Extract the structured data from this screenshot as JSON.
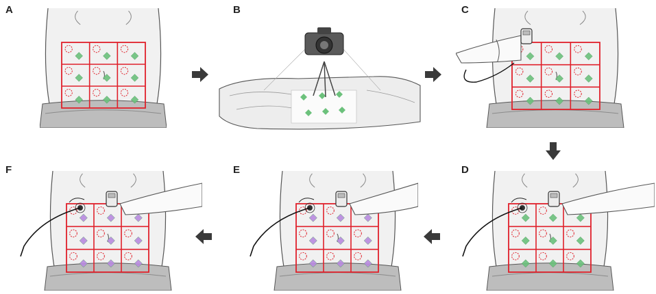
{
  "panels": [
    {
      "label": "A",
      "scene": "torso-grid",
      "marker": "green"
    },
    {
      "label": "B",
      "scene": "camera-photo",
      "marker": "green"
    },
    {
      "label": "C",
      "scene": "torso-grid-device",
      "marker": "green"
    },
    {
      "label": "D",
      "scene": "torso-grid-device-measure",
      "marker": "green"
    },
    {
      "label": "E",
      "scene": "torso-grid-device-measure",
      "marker": "purple"
    },
    {
      "label": "F",
      "scene": "torso-grid-device-measure",
      "marker": "purple"
    }
  ],
  "colors": {
    "grid": "#e0202a",
    "circle": "#e0202a",
    "marker_green": "#6cc17c",
    "marker_purple": "#b98be0",
    "sketch": "#555555",
    "skin": "#f1f1f1",
    "arrow": "#3a3a3a"
  },
  "arrows": [
    {
      "name": "arrow-a-to-b",
      "direction": "right"
    },
    {
      "name": "arrow-b-to-c",
      "direction": "right"
    },
    {
      "name": "arrow-c-to-d",
      "direction": "down"
    },
    {
      "name": "arrow-d-to-e",
      "direction": "left"
    },
    {
      "name": "arrow-e-to-f",
      "direction": "left"
    }
  ]
}
